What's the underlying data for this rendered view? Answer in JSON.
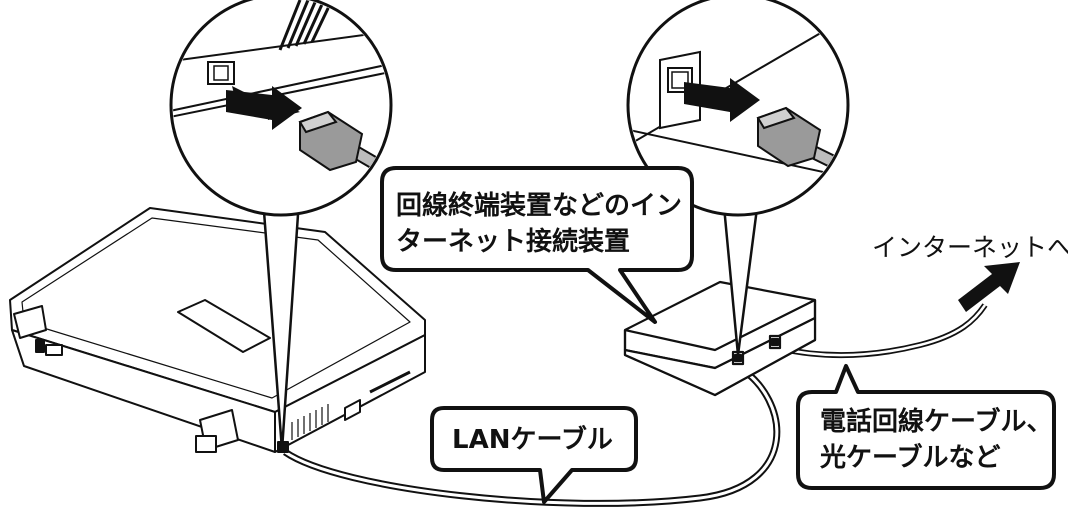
{
  "callouts": {
    "device_line1": "回線終端装置などのイン",
    "device_line2": "ターネット接続装置",
    "lan_cable": "LANケーブル",
    "phone_line1": "電話回線ケーブル、",
    "phone_line2": "光ケーブルなど"
  },
  "internet_label": "インターネットへ",
  "colors": {
    "outline": "#111111",
    "device_fill": "#ffffff",
    "plug_fill": "#9a9a9a",
    "arrow": "#111111",
    "background": "#ffffff"
  }
}
